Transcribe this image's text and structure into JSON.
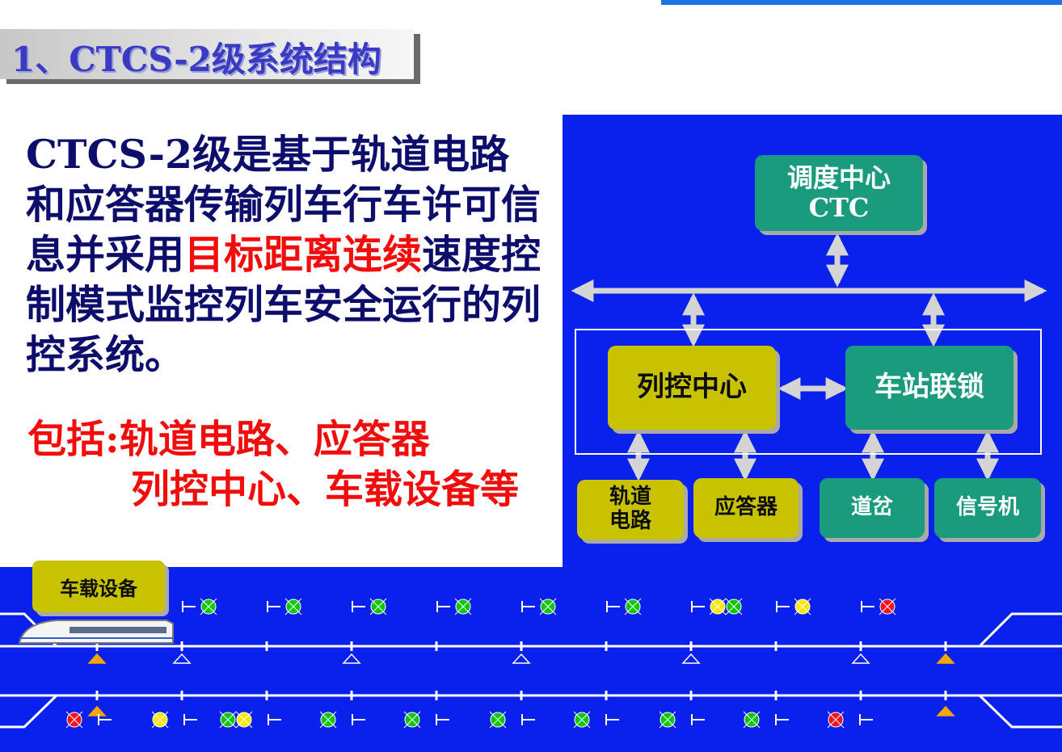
{
  "title": "1、CTCS-2级系统结构",
  "description": {
    "part1": "CTCS-2级是基于轨道电路和应答器传输列车行车许可信息并采用",
    "highlight": "目标距离连续",
    "part2": "速度控制模式监控列车安全运行的列控系统。"
  },
  "includes": {
    "line1": "包括:轨道电路、应答器",
    "line2": "列控中心、车载设备等"
  },
  "diagram": {
    "ctc_line1": "调度中心",
    "ctc_line2": "CTC",
    "tcc": "列控中心",
    "interlocking": "车站联锁",
    "track_circuit_line1": "轨道",
    "track_circuit_line2": "电路",
    "balise": "应答器",
    "switch": "道岔",
    "signal": "信号机"
  },
  "track": {
    "onboard": "车载设备"
  },
  "colors": {
    "blue_bg": "#0a20ec",
    "green_box": "#1a9b7d",
    "olive_box": "#c8c200",
    "red_text": "#f20d0d",
    "navy_text": "#0d0d6b",
    "signal_green": "#12c60f",
    "signal_yellow": "#ffe600",
    "signal_red": "#f0141e"
  }
}
